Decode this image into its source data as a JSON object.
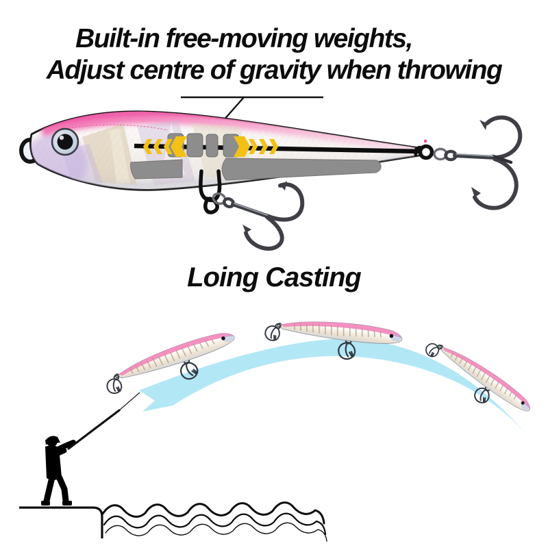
{
  "headline": {
    "line1": "Built-in free-moving weights,",
    "line2": "Adjust centre of gravity when throwing"
  },
  "casting": {
    "heading": "Loing Casting"
  },
  "palette": {
    "arrow_yellow": "#F2C114",
    "weight_gray": "#8D8D8D",
    "arc_blue": "#B2E7F6",
    "lure_pink": "#F473B4",
    "outline_black": "#151515",
    "hook_gray": "#3F3F46"
  },
  "scene": {
    "top_diagram": {
      "weights_count": 4,
      "weight_arrows": [
        "left",
        "right"
      ],
      "elements": [
        "main-lure",
        "pointer-line",
        "belly-treble-hook",
        "tail-treble-hook"
      ]
    },
    "casting_diagram": {
      "flying_lures_count": 3,
      "elements": [
        "fisherman-silhouette",
        "fishing-rod",
        "fishing-line",
        "casting-arc",
        "pier-edge",
        "water-waves"
      ]
    }
  }
}
